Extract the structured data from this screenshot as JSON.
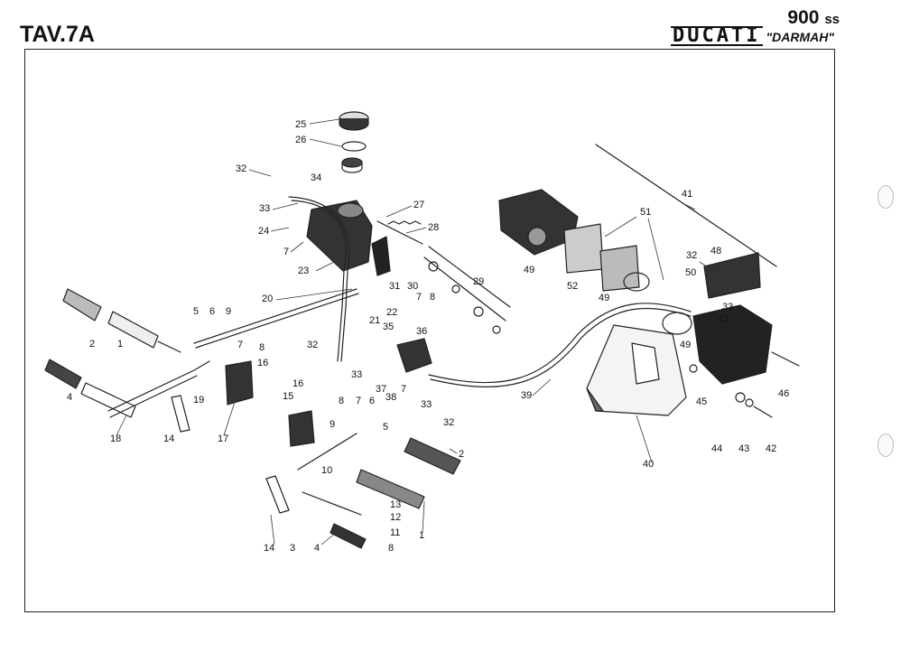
{
  "header": {
    "page_code": "TAV.7A",
    "model": "900",
    "model_suffix": "ss",
    "brand": "DUCATI",
    "brand_sub": "\"DARMAH\""
  },
  "callouts": [
    {
      "id": "c25",
      "label": "25"
    },
    {
      "id": "c26",
      "label": "26"
    },
    {
      "id": "c32a",
      "label": "32"
    },
    {
      "id": "c34",
      "label": "34"
    },
    {
      "id": "c33a",
      "label": "33"
    },
    {
      "id": "c27",
      "label": "27"
    },
    {
      "id": "c28",
      "label": "28"
    },
    {
      "id": "c24",
      "label": "24"
    },
    {
      "id": "c7a",
      "label": "7"
    },
    {
      "id": "c23",
      "label": "23"
    },
    {
      "id": "c30",
      "label": "30"
    },
    {
      "id": "c31",
      "label": "31"
    },
    {
      "id": "c8a",
      "label": "8"
    },
    {
      "id": "c29",
      "label": "29"
    },
    {
      "id": "c20",
      "label": "20"
    },
    {
      "id": "c7b",
      "label": "7"
    },
    {
      "id": "c22",
      "label": "22"
    },
    {
      "id": "c21",
      "label": "21"
    },
    {
      "id": "c35",
      "label": "35"
    },
    {
      "id": "c36",
      "label": "36"
    },
    {
      "id": "c5a",
      "label": "5"
    },
    {
      "id": "c6a",
      "label": "6"
    },
    {
      "id": "c9a",
      "label": "9"
    },
    {
      "id": "c2a",
      "label": "2"
    },
    {
      "id": "c1a",
      "label": "1"
    },
    {
      "id": "c7c",
      "label": "7"
    },
    {
      "id": "c8b",
      "label": "8"
    },
    {
      "id": "c16a",
      "label": "16"
    },
    {
      "id": "c32b",
      "label": "32"
    },
    {
      "id": "c33b",
      "label": "33"
    },
    {
      "id": "c37",
      "label": "37"
    },
    {
      "id": "c38",
      "label": "38"
    },
    {
      "id": "c7d",
      "label": "7"
    },
    {
      "id": "c4a",
      "label": "4"
    },
    {
      "id": "c19",
      "label": "19"
    },
    {
      "id": "c15",
      "label": "15"
    },
    {
      "id": "c14a",
      "label": "14"
    },
    {
      "id": "c18",
      "label": "18"
    },
    {
      "id": "c17",
      "label": "17"
    },
    {
      "id": "c16b",
      "label": "16"
    },
    {
      "id": "c8c",
      "label": "8"
    },
    {
      "id": "c7e",
      "label": "7"
    },
    {
      "id": "c6b",
      "label": "6"
    },
    {
      "id": "c9b",
      "label": "9"
    },
    {
      "id": "c5b",
      "label": "5"
    },
    {
      "id": "c33c",
      "label": "33"
    },
    {
      "id": "c32c",
      "label": "32"
    },
    {
      "id": "c39",
      "label": "39"
    },
    {
      "id": "c10",
      "label": "10"
    },
    {
      "id": "c2b",
      "label": "2"
    },
    {
      "id": "c13",
      "label": "13"
    },
    {
      "id": "c12",
      "label": "12"
    },
    {
      "id": "c11",
      "label": "11"
    },
    {
      "id": "c14b",
      "label": "14"
    },
    {
      "id": "c3",
      "label": "3"
    },
    {
      "id": "c4b",
      "label": "4"
    },
    {
      "id": "c8d",
      "label": "8"
    },
    {
      "id": "c1b",
      "label": "1"
    },
    {
      "id": "c41",
      "label": "41"
    },
    {
      "id": "c51",
      "label": "51"
    },
    {
      "id": "c49a",
      "label": "49"
    },
    {
      "id": "c52",
      "label": "52"
    },
    {
      "id": "c49b",
      "label": "49"
    },
    {
      "id": "c32d",
      "label": "32"
    },
    {
      "id": "c48",
      "label": "48"
    },
    {
      "id": "c50",
      "label": "50"
    },
    {
      "id": "c33d",
      "label": "33"
    },
    {
      "id": "c47",
      "label": "47"
    },
    {
      "id": "c49c",
      "label": "49"
    },
    {
      "id": "c45",
      "label": "45"
    },
    {
      "id": "c46",
      "label": "46"
    },
    {
      "id": "c40",
      "label": "40"
    },
    {
      "id": "c44",
      "label": "44"
    },
    {
      "id": "c43",
      "label": "43"
    },
    {
      "id": "c42",
      "label": "42"
    }
  ]
}
